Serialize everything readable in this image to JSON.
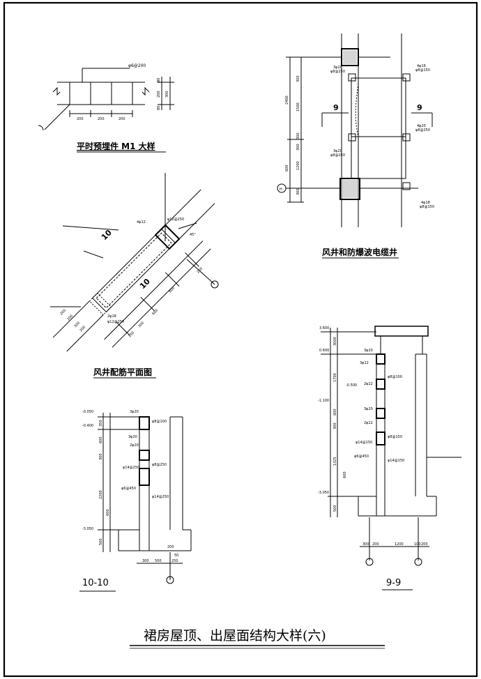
{
  "sheet": {
    "title": "裙房屋顶、出屋面结构大样(六)"
  },
  "detail_m1": {
    "title": "平时预埋件 M1 大样",
    "callout": "φ6@200",
    "dim_spans": [
      "200",
      "200",
      "200"
    ],
    "dim_right": [
      "80",
      "200",
      "80",
      "300"
    ]
  },
  "shaft_plan": {
    "title": "风井配筋平面图",
    "section_mark": "10",
    "angle": "45°",
    "callout_top": "φ12@250",
    "callout_top2": "4φ12",
    "callout_bottom1": "2φ18",
    "callout_bottom2": "φ12@250",
    "dims": [
      "200",
      "300",
      "800",
      "200",
      "600",
      "300",
      "200",
      "200",
      "200"
    ]
  },
  "cable_shaft": {
    "title": "风井和防爆波电缆井",
    "section_mark": "9",
    "axis_label": "H",
    "callouts_left": [
      "3φ20",
      "φ8@250",
      "3φ20",
      "φ8@250"
    ],
    "callouts_right": [
      "4φ16",
      "φ8@150",
      "4φ20",
      "φ8@250",
      "4φ18",
      "φ8@150"
    ],
    "dims_left": [
      "2400",
      "600"
    ],
    "dims_inner": [
      "300",
      "1500",
      "300",
      "300",
      "1200",
      "300"
    ]
  },
  "section_10": {
    "label": "10-10",
    "levels": [
      "-0.050",
      "-0.400",
      "-3.050"
    ],
    "callouts": [
      "3φ20",
      "3φ20",
      "φ8@100",
      "2φ20",
      "φ8@250",
      "φ14@250",
      "φ14@250",
      "φ6@450"
    ],
    "dims_left": [
      "350",
      "600",
      "300",
      "2200",
      "600",
      "500"
    ],
    "dims_bottom": [
      "300",
      "500",
      "250",
      "200",
      "50"
    ]
  },
  "section_9": {
    "label": "9-9",
    "levels": [
      "3.600",
      "0.600",
      "-0.500",
      "-1.100",
      "-3.050"
    ],
    "callouts": [
      "3φ20",
      "3φ12",
      "φ8@100",
      "2φ22",
      "3φ20",
      "2φ22",
      "φ8@150",
      "φ14@150",
      "φ6@450",
      "φ14@150"
    ],
    "dims_left": [
      "3000",
      "1700",
      "600",
      "300",
      "1325",
      "600",
      "500"
    ],
    "dims_bottom": [
      "300",
      "200",
      "1200",
      "100",
      "200"
    ]
  }
}
